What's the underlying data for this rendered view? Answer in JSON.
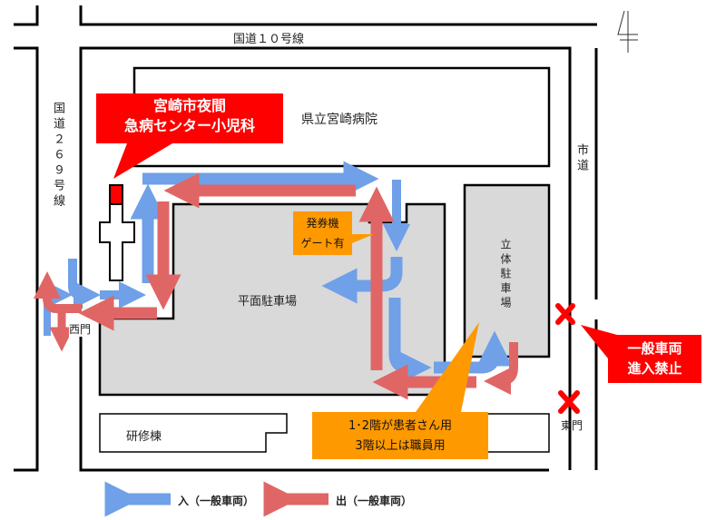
{
  "roads": {
    "top": "国道１０号線",
    "left": "国道２６９号線",
    "right": "市道"
  },
  "buildings": {
    "hospital": "県立宮崎病院",
    "flat_parking": "平面駐車場",
    "multi_parking": "立体駐車場",
    "training": "研修棟"
  },
  "gates": {
    "west": "西門",
    "east": "東門"
  },
  "callouts": {
    "clinic_line1": "宮崎市夜間",
    "clinic_line2": "急病センター小児科",
    "ticket_line1": "発券機",
    "ticket_line2": "ゲート有",
    "parking_line1": "1･2階が患者さん用",
    "parking_line2": "3階以上は職員用",
    "no_entry_line1": "一般車両",
    "no_entry_line2": "進入禁止"
  },
  "legend": {
    "in": "入（一般車両）",
    "out": "出（一般車両）"
  },
  "colors": {
    "in_arrow": "#6fa0e8",
    "out_arrow": "#e06666",
    "callout_red": "#ff0000",
    "callout_orange": "#ff9900",
    "parking_gray": "#d9d9d9"
  }
}
